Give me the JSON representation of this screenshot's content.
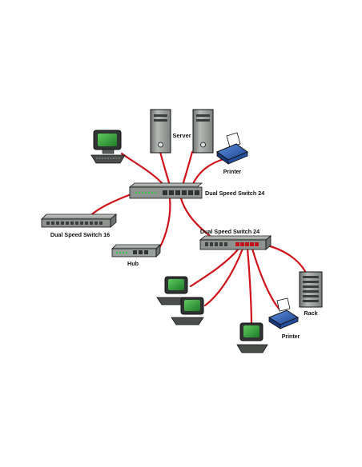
{
  "labels": {
    "server": "Server",
    "printer_top": "Printer",
    "switch24_top": "Dual Speed Switch 24",
    "switch16": "Dual Speed Switch 16",
    "hub": "Hub",
    "switch24_lower": "Dual Speed Switch 24",
    "rack": "Rack",
    "printer_lower": "Printer"
  },
  "colors": {
    "cable": "#d0131b",
    "device_body": "#9aa09c",
    "device_dark": "#3a3d3b",
    "screen": "#2e9a3a",
    "printer_blue": "#2a5fb8"
  }
}
